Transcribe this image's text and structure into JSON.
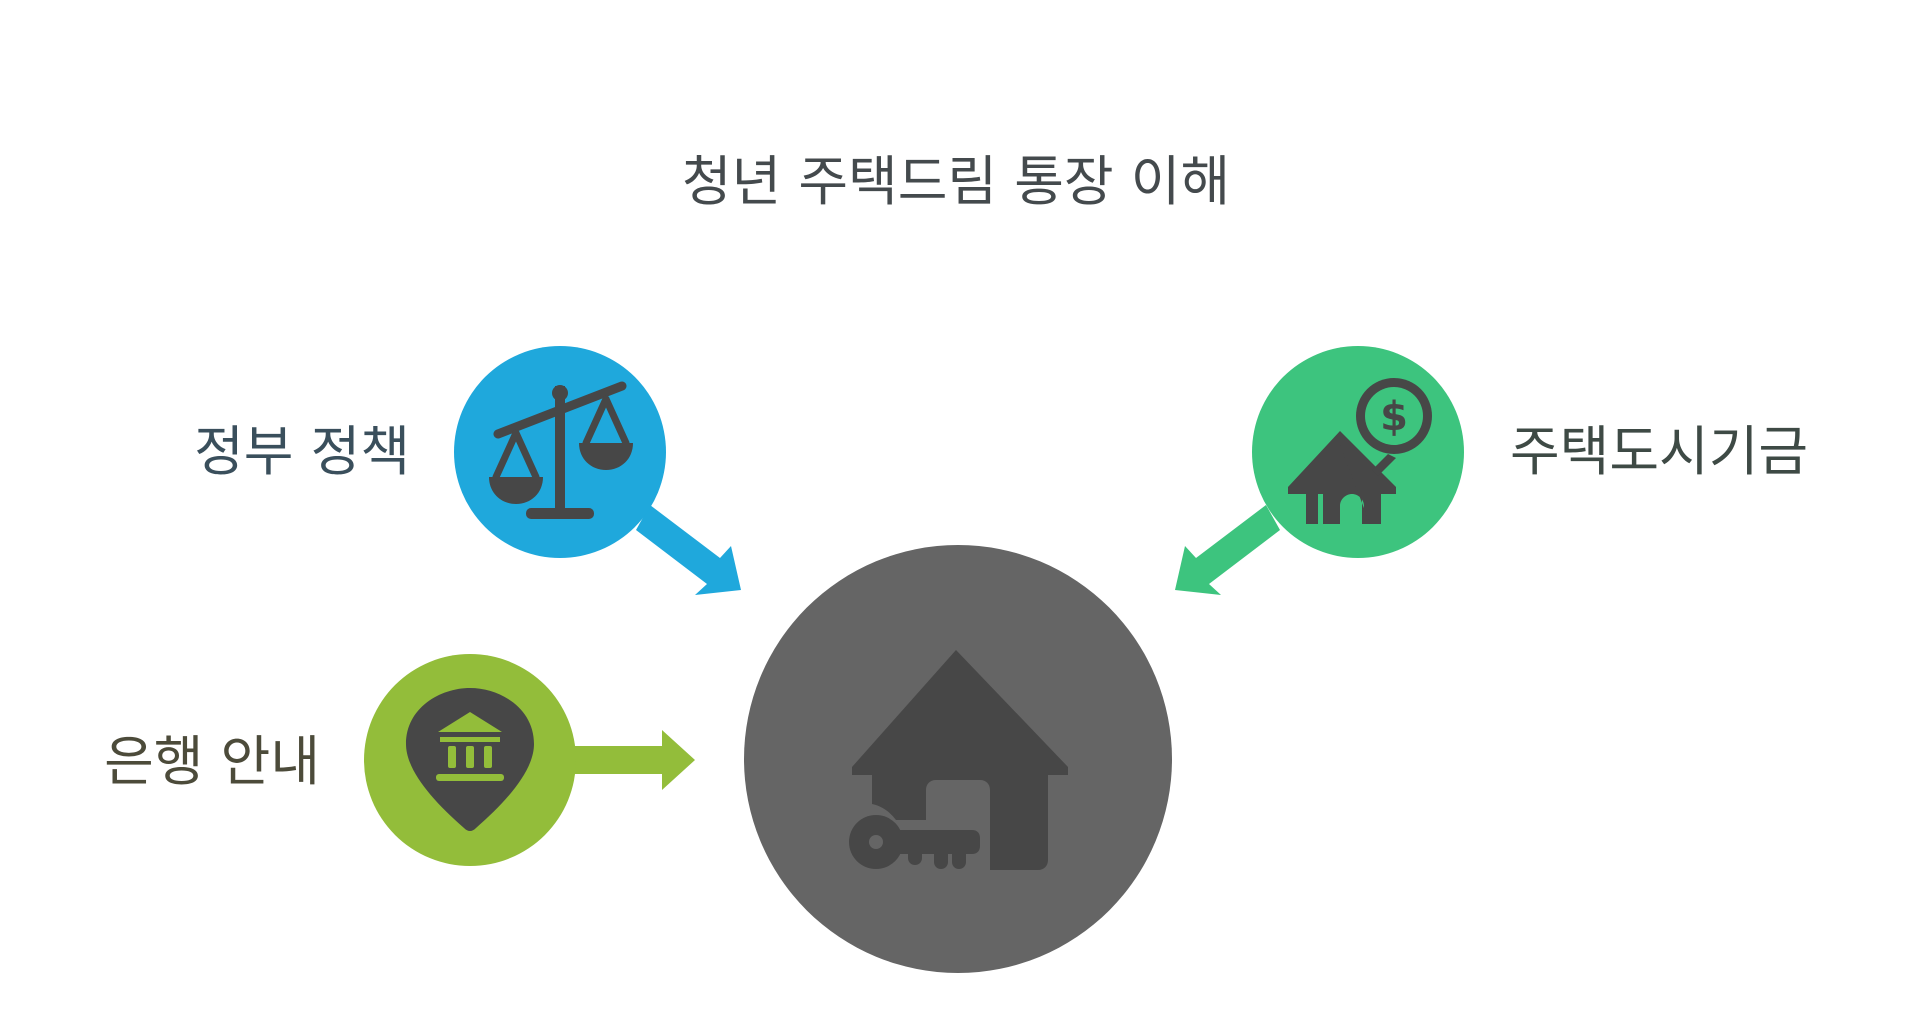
{
  "diagram": {
    "title": "청년 주택드림 통장 이해",
    "center": {
      "icon": "house-key-icon",
      "color": "#656565"
    },
    "nodes": [
      {
        "id": "government",
        "label": "정부 정책",
        "icon": "balance-scale-icon",
        "color": "#1fa8dc",
        "label_color": "#3a4f5c"
      },
      {
        "id": "hug",
        "label": "주택도시기금",
        "icon": "house-money-icon",
        "color": "#3dc47e",
        "label_color": "#3e4a45"
      },
      {
        "id": "bank",
        "label": "은행 안내",
        "icon": "bank-location-icon",
        "color": "#93bd3a",
        "label_color": "#4c4b3a"
      }
    ],
    "icon_color": "#474747"
  }
}
